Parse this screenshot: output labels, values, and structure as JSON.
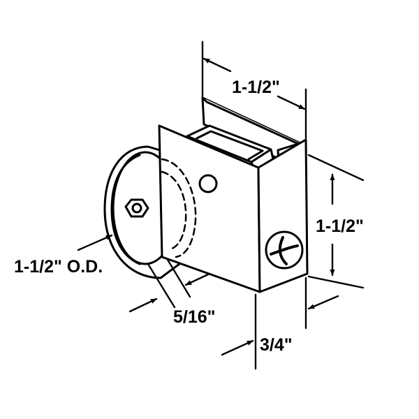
{
  "diagram": {
    "colors": {
      "ink": "#000000",
      "paper": "#ffffff"
    },
    "dimensions": {
      "top_width": "1-1/2\"",
      "right_height": "1-1/2\"",
      "wheel_diameter": "1-1/2\" O.D.",
      "wheel_thickness": "5/16\"",
      "body_depth": "3/4\""
    }
  }
}
